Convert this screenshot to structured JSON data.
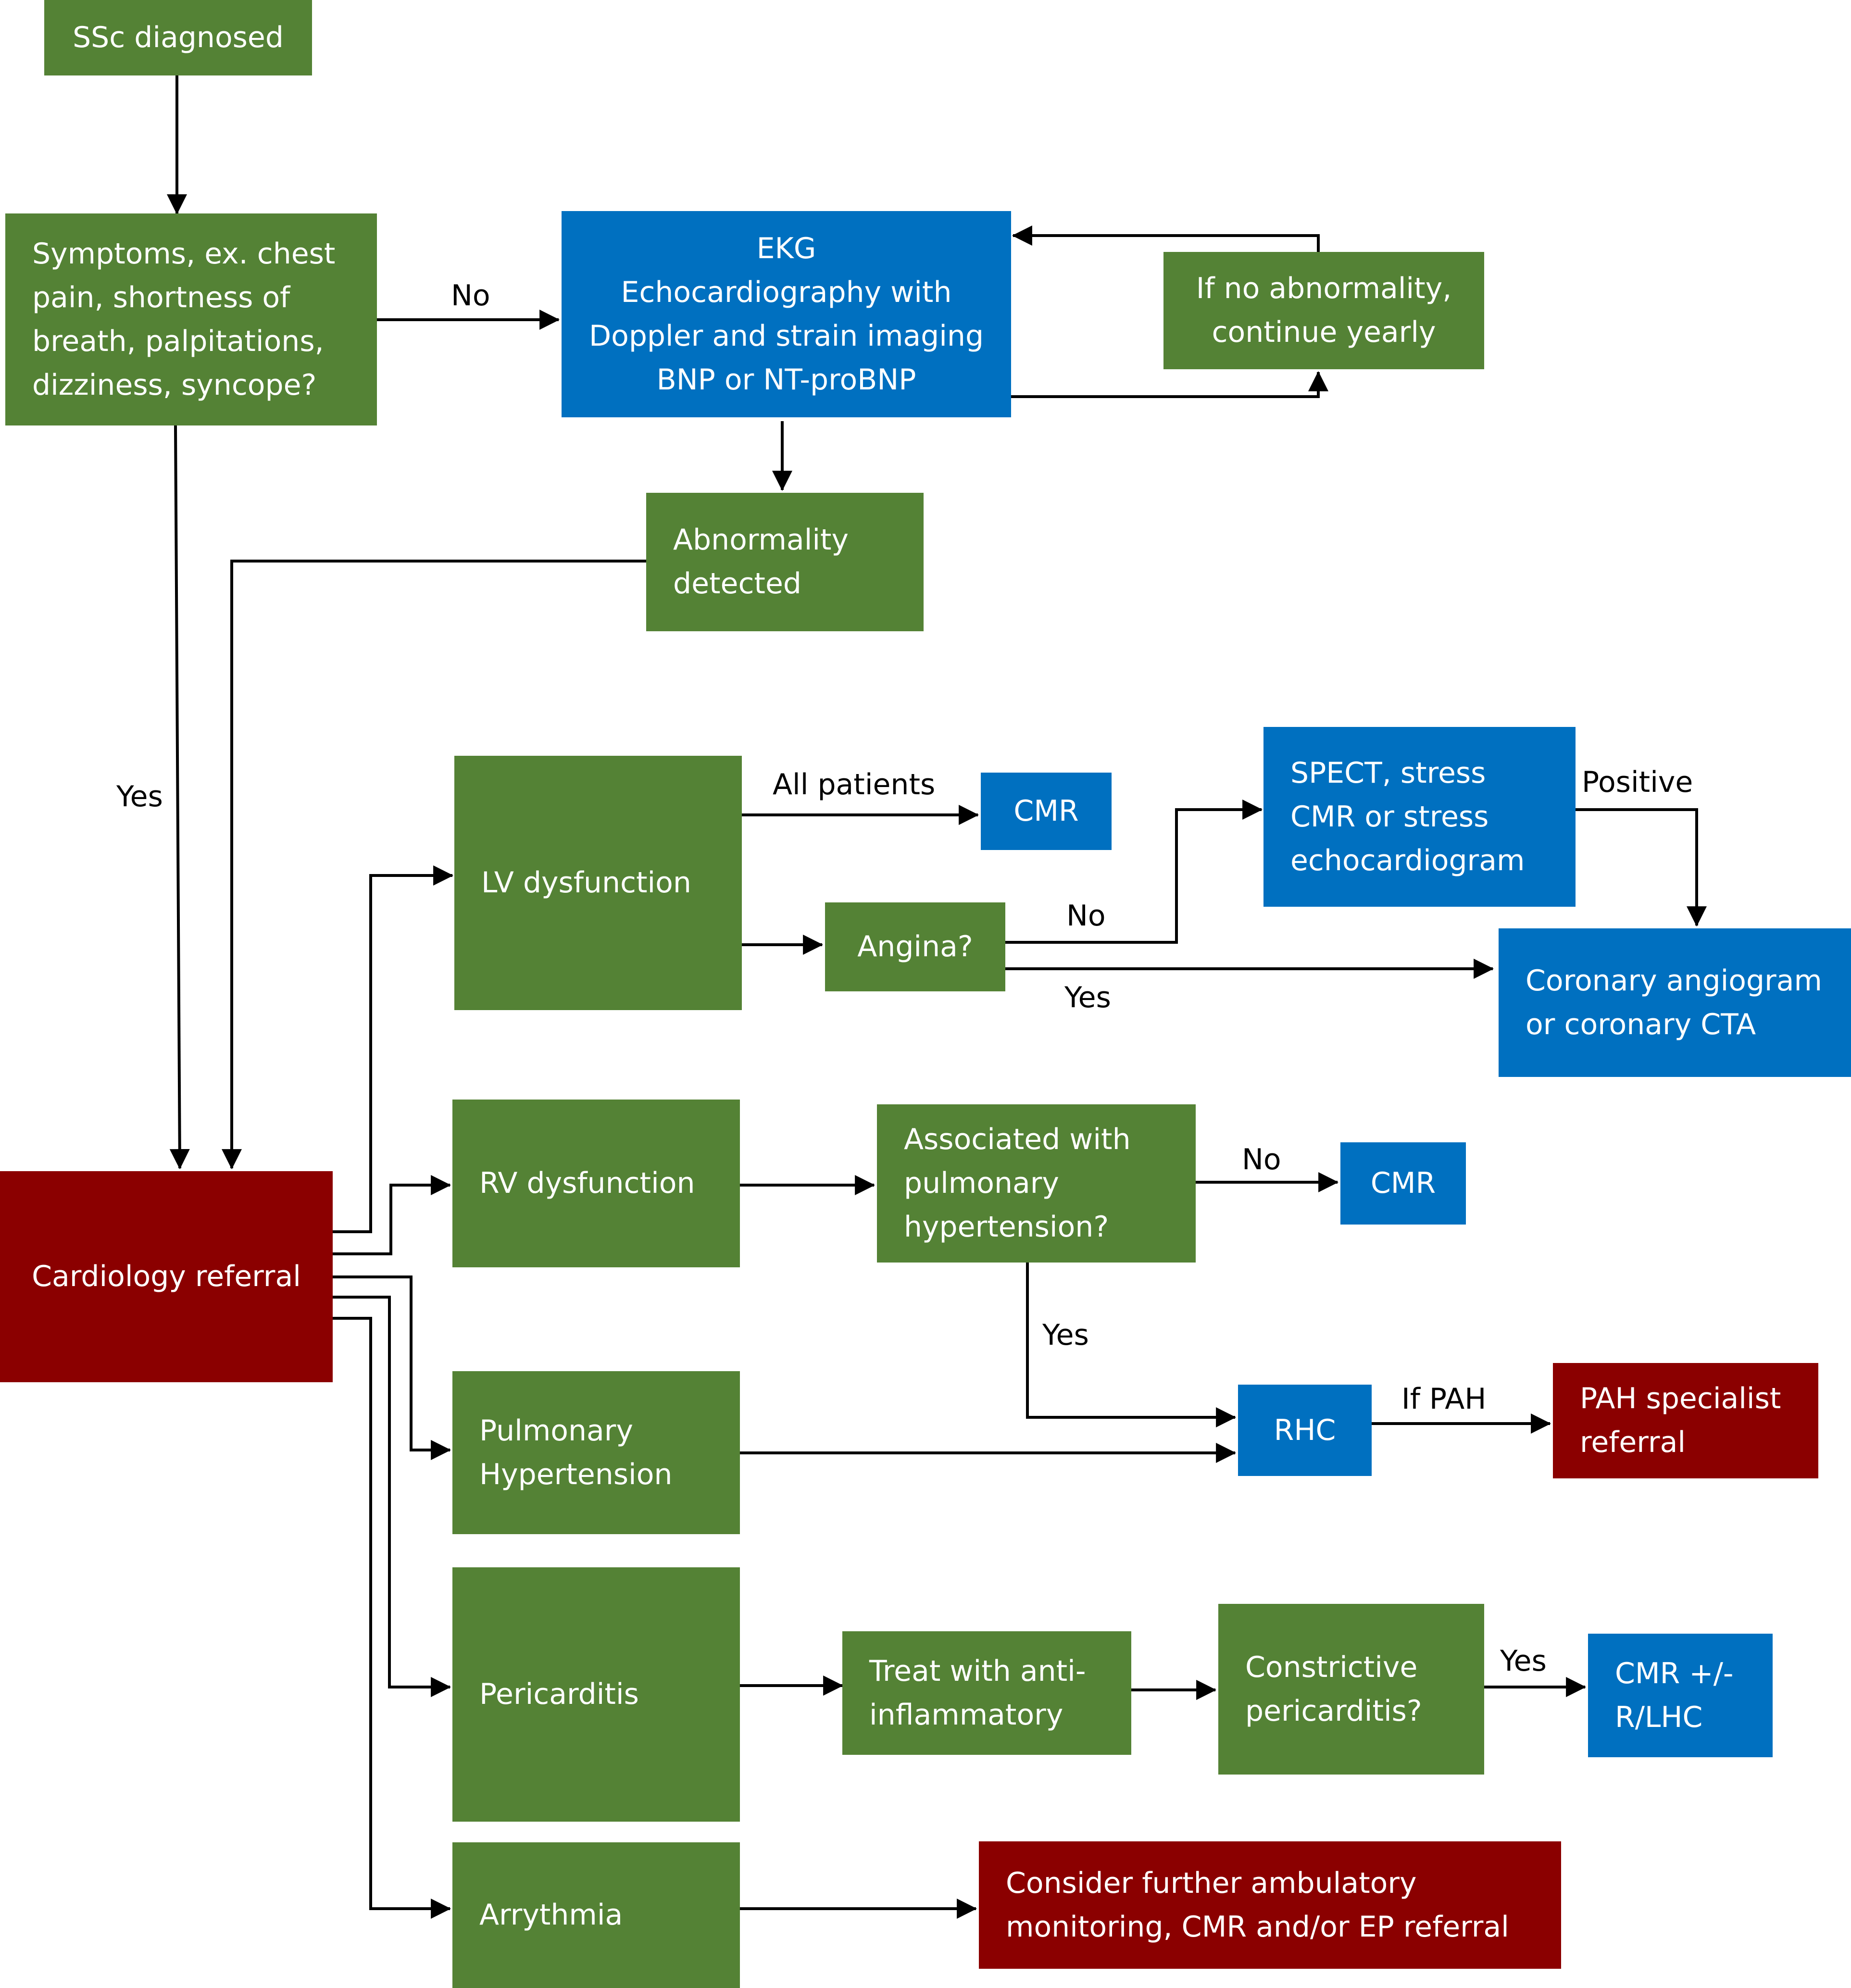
{
  "colors": {
    "action": "#548235",
    "test": "#0070C0",
    "referral": "#8B0000",
    "line": "#000000"
  },
  "nodes": {
    "ssc_diagnosed": {
      "lines": [
        "SSc diagnosed"
      ]
    },
    "symptoms": {
      "lines": [
        "Symptoms, ex. chest",
        "pain, shortness of",
        "breath, palpitations,",
        "dizziness, syncope?"
      ]
    },
    "screening": {
      "lines": [
        "EKG",
        "Echocardiography with",
        "Doppler and strain imaging",
        "BNP or NT-proBNP"
      ]
    },
    "yearly": {
      "lines": [
        "If no abnormality,",
        "continue yearly"
      ]
    },
    "abnormality": {
      "lines": [
        "Abnormality",
        "detected"
      ]
    },
    "cardiology": {
      "lines": [
        "Cardiology referral"
      ]
    },
    "lv": {
      "lines": [
        "LV dysfunction"
      ]
    },
    "cmr_lv": {
      "lines": [
        "CMR"
      ]
    },
    "angina": {
      "lines": [
        "Angina?"
      ]
    },
    "spect": {
      "lines": [
        "SPECT, stress",
        "CMR or stress",
        "echocardiogram"
      ]
    },
    "coronary": {
      "lines": [
        "Coronary angiogram",
        "or coronary CTA"
      ]
    },
    "rv": {
      "lines": [
        "RV dysfunction"
      ]
    },
    "assoc_ph": {
      "lines": [
        "Associated with",
        "pulmonary",
        "hypertension?"
      ]
    },
    "cmr_rv": {
      "lines": [
        "CMR"
      ]
    },
    "ph": {
      "lines": [
        "Pulmonary",
        "Hypertension"
      ]
    },
    "rhc": {
      "lines": [
        "RHC"
      ]
    },
    "pah_ref": {
      "lines": [
        "PAH specialist",
        "referral"
      ]
    },
    "pericarditis": {
      "lines": [
        "Pericarditis"
      ]
    },
    "treat": {
      "lines": [
        "Treat with anti-",
        "inflammatory"
      ]
    },
    "constrictive": {
      "lines": [
        "Constrictive",
        "pericarditis?"
      ]
    },
    "cmr_rlhc": {
      "lines": [
        "CMR +/-",
        "R/LHC"
      ]
    },
    "arrythmia": {
      "lines": [
        "Arrythmia"
      ]
    },
    "ambulatory": {
      "lines": [
        "Consider further ambulatory",
        "monitoring, CMR and/or EP referral"
      ]
    }
  },
  "edge_labels": {
    "no_screening": "No",
    "yes_referral": "Yes",
    "all_patients": "All patients",
    "angina_no": "No",
    "angina_yes": "Yes",
    "positive": "Positive",
    "assoc_no": "No",
    "assoc_yes": "Yes",
    "if_pah": "If PAH",
    "constrictive_yes": "Yes"
  }
}
